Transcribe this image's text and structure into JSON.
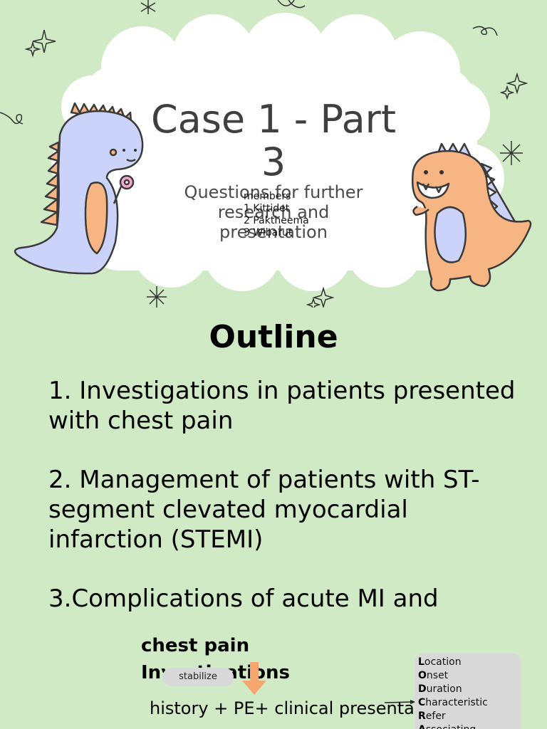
{
  "slide1": {
    "title": "Case 1 - Part 3",
    "subtitle": "Questions for further research and presentation",
    "members": [
      "members",
      "1 Kittidet",
      "2 Paktheema",
      "3 Wibarut"
    ],
    "colors": {
      "background": "#d0eac6",
      "cloud": "#ffffff",
      "dino_blue": "#ccd3fb",
      "dino_orange": "#f7b584"
    }
  },
  "slide2": {
    "heading": "Outline",
    "items": [
      "1. Investigations in patients presented with chest pain",
      "2. Management of patients with ST-segment clevated myocardial infarction (STEMI)",
      "3.Complications of acute MI and"
    ]
  },
  "slide3": {
    "heading": "chest pain",
    "subheading": "Investigations",
    "pill_label": "stabilize",
    "body": "history + PE+ clinical presentation",
    "mnemonic": [
      {
        "letter": "L",
        "rest": "ocation"
      },
      {
        "letter": "O",
        "rest": "nset"
      },
      {
        "letter": "D",
        "rest": "uration"
      },
      {
        "letter": "C",
        "rest": "haracteristic"
      },
      {
        "letter": "R",
        "rest": "efer"
      },
      {
        "letter": "A",
        "rest": "ssociating"
      }
    ],
    "colors": {
      "pill": "#d9d9d9",
      "arrow": "#f6a770"
    }
  }
}
